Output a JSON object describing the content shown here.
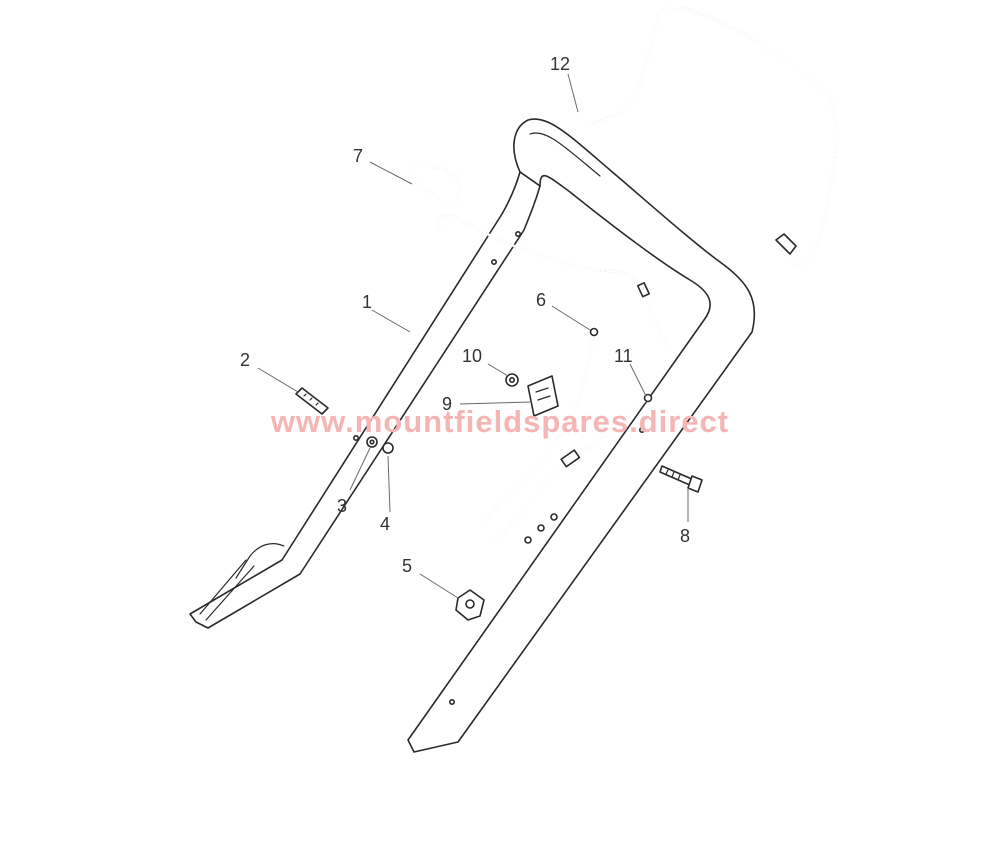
{
  "watermark": {
    "text": "www.mountfieldspares.direct",
    "color": "#f5b5b5"
  },
  "callouts": [
    {
      "id": "1",
      "label": "1"
    },
    {
      "id": "2",
      "label": "2"
    },
    {
      "id": "3",
      "label": "3"
    },
    {
      "id": "4",
      "label": "4"
    },
    {
      "id": "5",
      "label": "5"
    },
    {
      "id": "6",
      "label": "6"
    },
    {
      "id": "7",
      "label": "7"
    },
    {
      "id": "8",
      "label": "8"
    },
    {
      "id": "9",
      "label": "9"
    },
    {
      "id": "10",
      "label": "10"
    },
    {
      "id": "11",
      "label": "11"
    },
    {
      "id": "12",
      "label": "12"
    }
  ]
}
